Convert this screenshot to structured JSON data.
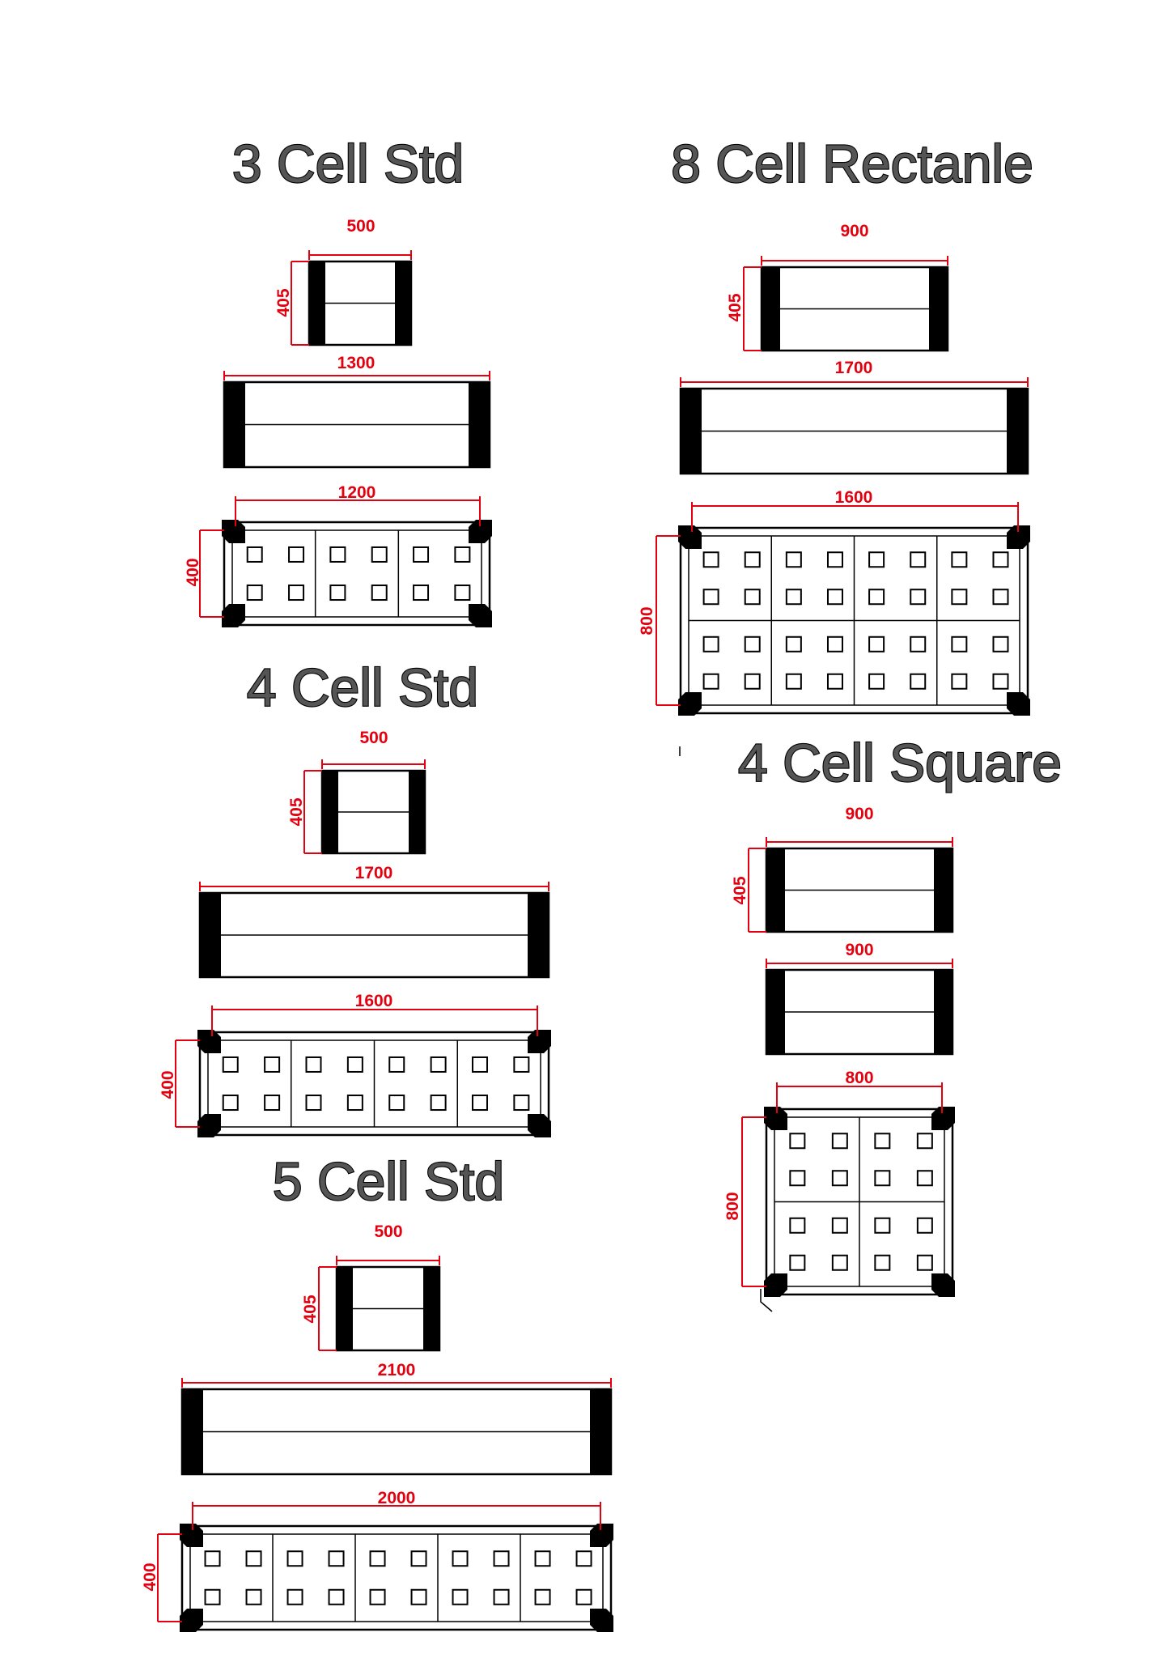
{
  "groups": [
    {
      "title": "3 Cell Std",
      "end_view": {
        "width_label": "500",
        "height_label": "405"
      },
      "side_view": {
        "length_label": "1300"
      },
      "plan_view": {
        "length_label": "1200",
        "width_label": "400"
      }
    },
    {
      "title": "4 Cell Std",
      "end_view": {
        "width_label": "500",
        "height_label": "405"
      },
      "side_view": {
        "length_label": "1700"
      },
      "plan_view": {
        "length_label": "1600",
        "width_label": "400"
      }
    },
    {
      "title": "5 Cell Std",
      "end_view": {
        "width_label": "500",
        "height_label": "405"
      },
      "side_view": {
        "length_label": "2100"
      },
      "plan_view": {
        "length_label": "2000",
        "width_label": "400"
      }
    },
    {
      "title": "8 Cell Rectanle",
      "end_view": {
        "width_label": "900",
        "height_label": "405"
      },
      "side_view": {
        "length_label": "1700"
      },
      "plan_view": {
        "length_label": "1600",
        "width_label": "800"
      }
    },
    {
      "title": "4 Cell Square",
      "end_view": {
        "width_label": "900",
        "height_label": "405"
      },
      "side_view": {
        "length_label": "900"
      },
      "plan_view": {
        "length_label": "800",
        "width_label": "800"
      }
    }
  ],
  "colors": {
    "dimension": "#e3000f",
    "title_fill": "#555555",
    "outline": "#000000"
  }
}
